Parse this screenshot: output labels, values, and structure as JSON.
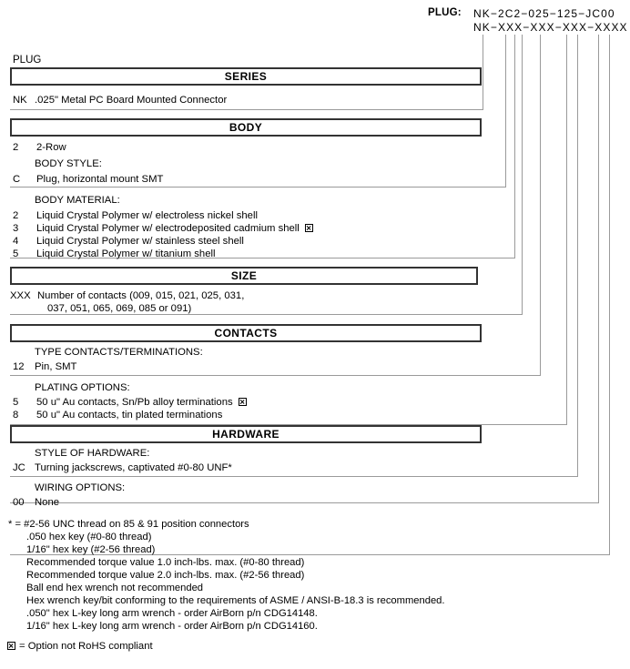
{
  "header": {
    "label": "PLUG:",
    "example_part_number": "NK−2C2−025−125−JC00",
    "mask_part_number": "NK−XXX−XXX−XXX−XXXX"
  },
  "plug_caption": "PLUG",
  "sections": [
    {
      "title": "SERIES",
      "rows": [
        {
          "code": "NK",
          "desc": ".025\" Metal PC Board Mounted Connector",
          "rohs": false
        }
      ]
    },
    {
      "title": "BODY",
      "rows": [
        {
          "code": "2",
          "desc": "2-Row",
          "rohs": false
        }
      ]
    },
    {
      "subhead": "BODY STYLE:",
      "rows": [
        {
          "code": "C",
          "desc": "Plug, horizontal mount SMT",
          "rohs": false
        }
      ]
    },
    {
      "subhead": "BODY MATERIAL:",
      "rows": [
        {
          "code": "2",
          "desc": "Liquid Crystal Polymer w/ electroless nickel shell",
          "rohs": false
        },
        {
          "code": "3",
          "desc": "Liquid Crystal Polymer w/ electrodeposited  cadmium shell",
          "rohs": true
        },
        {
          "code": "4",
          "desc": "Liquid Crystal Polymer w/ stainless steel shell",
          "rohs": false
        },
        {
          "code": "5",
          "desc": "Liquid Crystal Polymer w/ titanium shell",
          "rohs": false
        }
      ]
    },
    {
      "title": "SIZE",
      "rows": [
        {
          "code": "XXX",
          "desc": "Number of contacts (009, 015, 021, 025, 031,",
          "rohs": false
        },
        {
          "code": "",
          "desc": "037, 051, 065, 069, 085 or 091)",
          "rohs": false
        }
      ]
    },
    {
      "title": "CONTACTS",
      "subhead": "TYPE CONTACTS/TERMINATIONS:",
      "rows": [
        {
          "code": "12",
          "desc": "Pin, SMT",
          "rohs": false
        }
      ]
    },
    {
      "subhead": "PLATING OPTIONS:",
      "rows": [
        {
          "code": "5",
          "desc": "50 u\" Au contacts, Sn/Pb alloy terminations",
          "rohs": true
        },
        {
          "code": "8",
          "desc": "50 u\" Au contacts, tin plated terminations",
          "rohs": false
        }
      ]
    },
    {
      "title": "HARDWARE",
      "subhead": "STYLE OF HARDWARE:",
      "rows": [
        {
          "code": "JC",
          "desc": "Turning jackscrews, captivated #0-80 UNF*",
          "rohs": false
        }
      ]
    },
    {
      "subhead": "WIRING OPTIONS:",
      "rows": [
        {
          "code": "00",
          "desc": "None",
          "rohs": false
        }
      ]
    }
  ],
  "footnotes": [
    "* = #2-56 UNC thread on 85 & 91 position connectors",
    ".050 hex key (#0-80 thread)",
    "1/16\" hex key (#2-56 thread)",
    "Recommended torque value 1.0 inch-lbs. max. (#0-80 thread)",
    "Recommended torque value 2.0 inch-lbs. max. (#2-56 thread)",
    "Ball end hex wrench not recommended",
    "Hex wrench key/bit conforming to the requirements of ASME / ANSI-B-18.3 is recommended.",
    ".050\" hex L-key long arm wrench - order AirBorn p/n CDG14148.",
    "1/16\" hex L-key long arm wrench - order AirBorn p/n CDG14160."
  ],
  "rohs_legend": "= Option not RoHS compliant",
  "colors": {
    "text": "#000000",
    "box_border": "#333333",
    "leader_line": "#9a9a9a"
  }
}
